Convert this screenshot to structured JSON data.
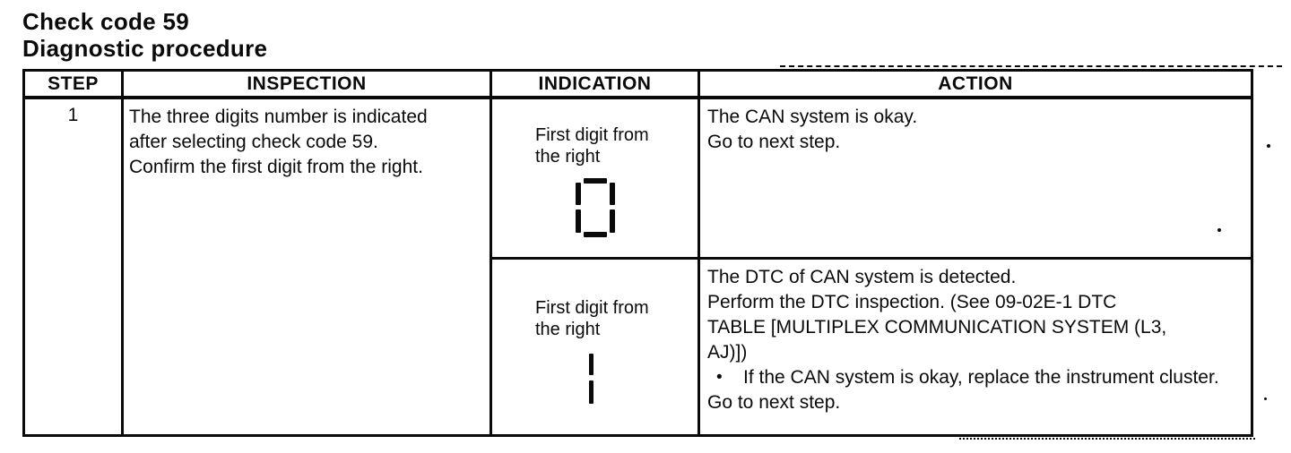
{
  "document": {
    "title": "Check code 59",
    "subtitle": "Diagnostic procedure"
  },
  "table": {
    "headers": {
      "step": "STEP",
      "inspection": "INSPECTION",
      "indication": "INDICATION",
      "action": "ACTION"
    },
    "row": {
      "step": "1",
      "inspection_lines": [
        "The three digits number is indicated",
        "after selecting check code 59.",
        "Confirm the first digit from the right."
      ],
      "sub_rows": [
        {
          "indication": {
            "label_lines": [
              "First digit from",
              "the right"
            ],
            "digit": "0"
          },
          "action": {
            "lines": [
              "The CAN system is okay.",
              "Go to next step."
            ]
          }
        },
        {
          "indication": {
            "label_lines": [
              "First digit from",
              "the right"
            ],
            "digit": "1"
          },
          "action": {
            "lines": [
              "The DTC of CAN system is detected.",
              "Perform the DTC inspection. (See 09-02E-1 DTC",
              "TABLE [MULTIPLEX COMMUNICATION SYSTEM (L3,",
              "AJ)])"
            ],
            "bullet_marker": "•",
            "bullet": "If the CAN system is okay, replace the instrument cluster.",
            "footer": "Go to next step."
          }
        }
      ]
    }
  },
  "colors": {
    "ink": "#0a0a0a",
    "paper": "#ffffff"
  }
}
